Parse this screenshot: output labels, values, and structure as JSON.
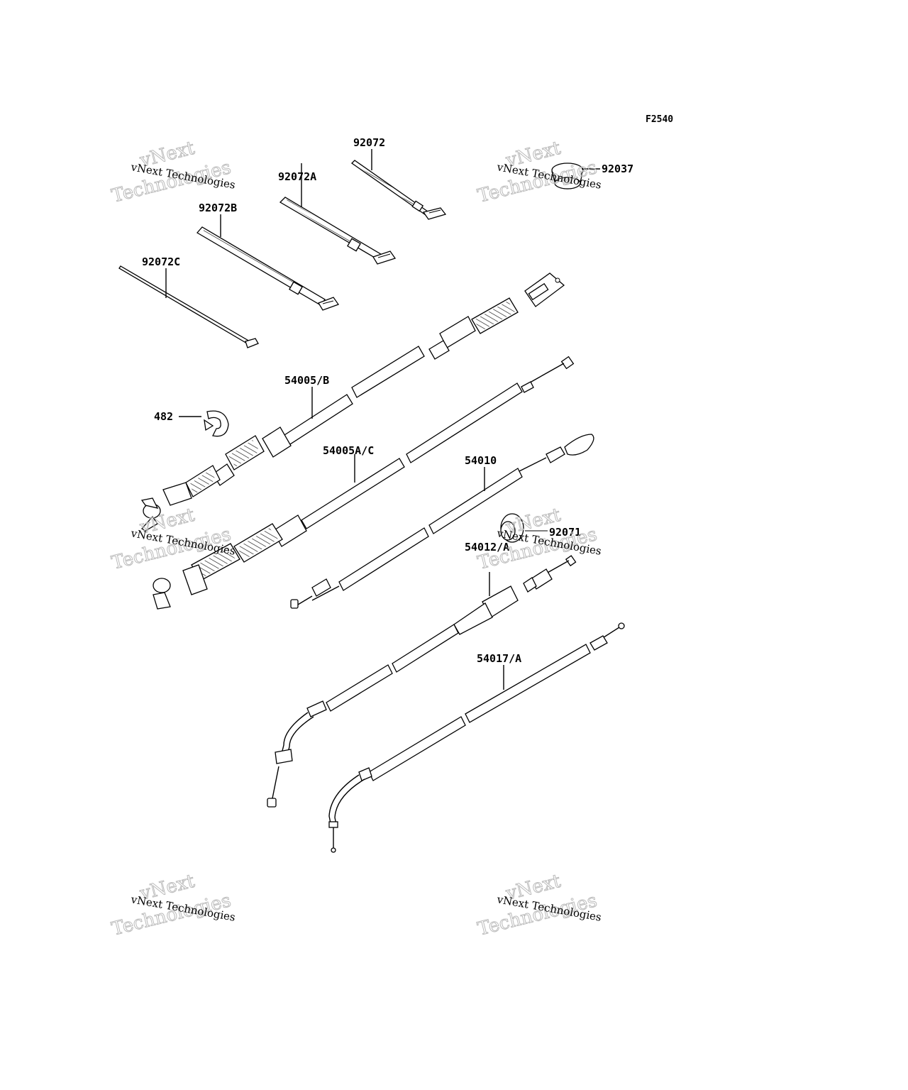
{
  "diagram_code": "F2540",
  "callouts": [
    {
      "id": "c-92072",
      "text": "92072"
    },
    {
      "id": "c-92072A",
      "text": "92072A"
    },
    {
      "id": "c-92072B",
      "text": "92072B"
    },
    {
      "id": "c-92072C",
      "text": "92072C"
    },
    {
      "id": "c-92037",
      "text": "92037"
    },
    {
      "id": "c-54005B",
      "text": "54005/B"
    },
    {
      "id": "c-482",
      "text": "482"
    },
    {
      "id": "c-54005AC",
      "text": "54005A/C"
    },
    {
      "id": "c-54010",
      "text": "54010"
    },
    {
      "id": "c-92071",
      "text": "92071"
    },
    {
      "id": "c-54012A",
      "text": "54012/A"
    },
    {
      "id": "c-54017A",
      "text": "54017/A"
    }
  ],
  "watermark": {
    "line1": "vNext Technologies",
    "line2": "vNext",
    "line3": "Technologies"
  }
}
